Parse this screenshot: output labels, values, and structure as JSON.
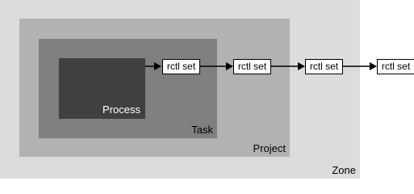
{
  "colors": {
    "zone": "#dcdcdc",
    "project": "#b2b2b2",
    "task": "#808080",
    "process": "#404040",
    "rctl_box": "#ffffff",
    "arrow": "#000000"
  },
  "boxes": {
    "zone": {
      "label": "Zone"
    },
    "project": {
      "label": "Project"
    },
    "task": {
      "label": "Task"
    },
    "process": {
      "label": "Process"
    }
  },
  "rctl_sets": [
    {
      "label": "rctl set"
    },
    {
      "label": "rctl set"
    },
    {
      "label": "rctl set"
    },
    {
      "label": "rctl set"
    }
  ]
}
